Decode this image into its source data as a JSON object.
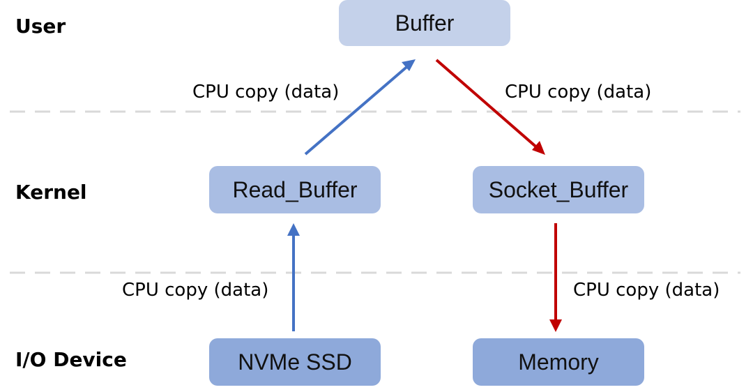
{
  "layers": {
    "user": "User",
    "kernel": "Kernel",
    "io": "I/O Device"
  },
  "nodes": {
    "buffer": "Buffer",
    "read_buffer": "Read_Buffer",
    "socket_buffer": "Socket_Buffer",
    "nvme_ssd": "NVMe SSD",
    "memory": "Memory"
  },
  "edges": {
    "read_to_user": "CPU copy (data)",
    "user_to_socket": "CPU copy (data)",
    "ssd_to_read": "CPU copy (data)",
    "socket_to_memory": "CPU copy (data)"
  },
  "colors": {
    "read_path": "#4472c4",
    "write_path": "#c00000",
    "divider": "#d9d9d9"
  }
}
